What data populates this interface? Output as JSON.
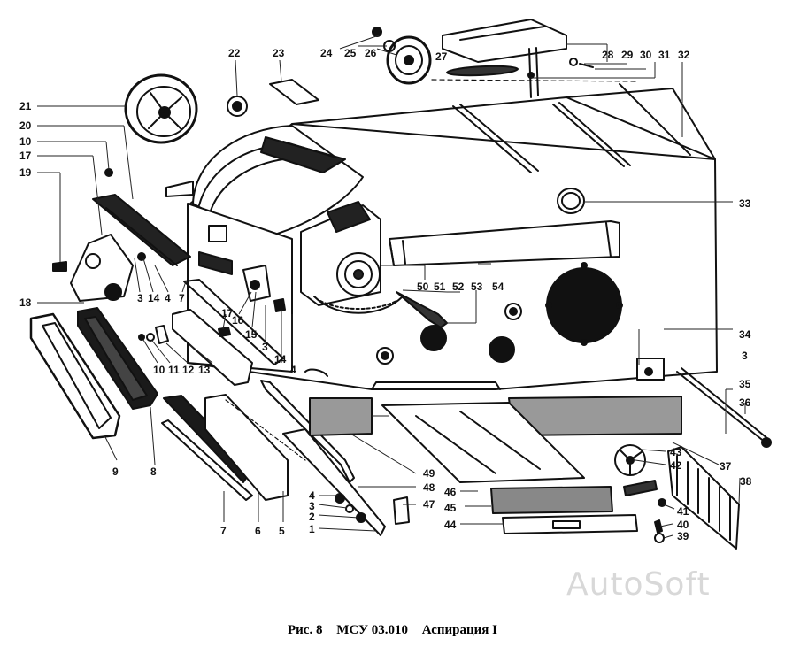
{
  "caption": {
    "figure": "Рис. 8",
    "code": "МСУ 03.010",
    "title": "Аспирация I"
  },
  "watermark": "AutoSoft",
  "callouts": {
    "n1": "1",
    "n2": "2",
    "n3a": "3",
    "n3b": "3",
    "n3c": "3",
    "n3d": "3",
    "n4a": "4",
    "n4b": "4",
    "n4c": "4",
    "n5": "5",
    "n6": "6",
    "n7a": "7",
    "n7b": "7",
    "n8": "8",
    "n9": "9",
    "n10a": "10",
    "n10b": "10",
    "n11": "11",
    "n12": "12",
    "n13": "13",
    "n14a": "14",
    "n14b": "14",
    "n15": "15",
    "n16": "16",
    "n17a": "17",
    "n17b": "17",
    "n18": "18",
    "n19": "19",
    "n20": "20",
    "n21": "21",
    "n22": "22",
    "n23": "23",
    "n24": "24",
    "n25": "25",
    "n26": "26",
    "n27": "27",
    "n28": "28",
    "n29": "29",
    "n30": "30",
    "n31": "31",
    "n32": "32",
    "n33": "33",
    "n34": "34",
    "n35": "35",
    "n36": "36",
    "n37": "37",
    "n38": "38",
    "n39": "39",
    "n40": "40",
    "n41": "41",
    "n42": "42",
    "n43": "43",
    "n44": "44",
    "n45": "45",
    "n46": "46",
    "n47": "47",
    "n48": "48",
    "n49": "49",
    "n50": "50",
    "n51": "51",
    "n52": "52",
    "n53": "53",
    "n54": "54"
  }
}
